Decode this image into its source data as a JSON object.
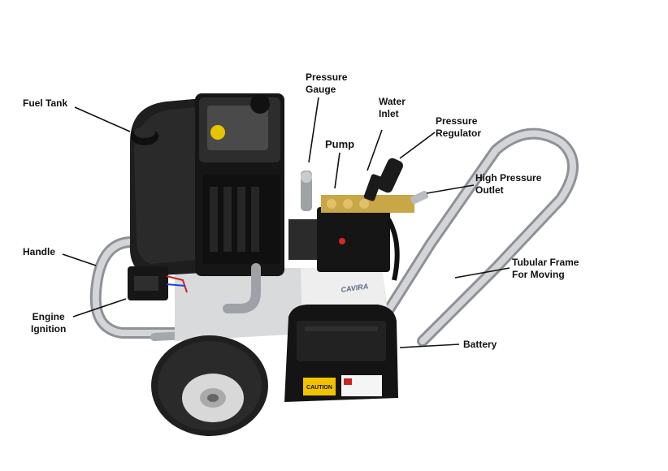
{
  "labels": {
    "fuel_tank": [
      "Fuel Tank"
    ],
    "pressure_gauge": [
      "Pressure",
      "Gauge"
    ],
    "water_inlet": [
      "Water",
      "Inlet"
    ],
    "pressure_regulator": [
      "Pressure",
      "Regulator"
    ],
    "pump": [
      "Pump"
    ],
    "high_pressure_outlet": [
      "High Pressure",
      "Outlet"
    ],
    "handle": [
      "Handle"
    ],
    "tubular_frame": [
      "Tubular Frame",
      "For Moving"
    ],
    "engine_ignition": [
      "Engine",
      "Ignition"
    ],
    "battery": [
      "Battery"
    ]
  },
  "machine_decals": {
    "battery_caution": "CAUTION",
    "brand_text": "CAVIRA"
  },
  "colors": {
    "label_text": "#111111",
    "leader_line": "#111111",
    "engine_body": "#1c1c1c",
    "frame_tube": "#b9bcc0",
    "pump_brass": "#c9a646",
    "battery_case": "#1a1a1a",
    "caution_yellow": "#f2c200",
    "tire": "#222222",
    "rim": "#d8d8d8"
  }
}
